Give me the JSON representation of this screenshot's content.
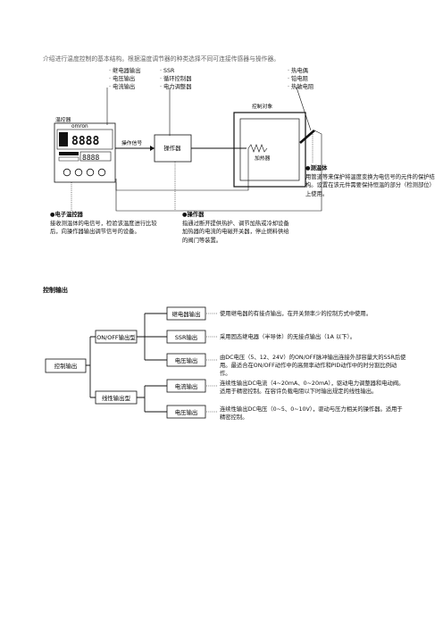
{
  "intro": "介绍进行温度控制的基本结构。根据温度调节器的种类选择不同可连接传感器与操作器。",
  "output_types": [
    "继电器输出",
    "电压输出",
    "电流输出"
  ],
  "actuators": [
    "SSR",
    "循环控制器",
    "电力调整器"
  ],
  "sensors": [
    "热电偶",
    "铂电阻",
    "热敏电阻"
  ],
  "controller": {
    "title": "温控器",
    "brand": "omron",
    "digits_top": "8888",
    "digits_bottom": "8888"
  },
  "actuator_box": "操作器",
  "signal_label": "操作信号",
  "target": {
    "title": "控制对象",
    "heater": "加热器"
  },
  "notes": {
    "sensor_head": "●测温体",
    "sensor": "用管道等来保护将温度变换为电信号的元件的保护结构。设置在该元件需要保持恒温的部分（检测部位）上使用。",
    "controller_head": "●电子温控器",
    "controller": "接收测温体的电信号，检验该温度进行比较后，向操作器输出调节信号的设备。",
    "actuator_head": "●操作器",
    "actuator": "指通过断开提供热护、调节加热或冷却设备加热器的电流的电磁开关器，停止燃料供给的阀门等装置。"
  },
  "section_title": "控制输出",
  "tree": {
    "root": "控制输出",
    "onoff": "ON/OFF输出型",
    "linear": "线性输出型",
    "leaves": [
      {
        "label": "继电器输出",
        "desc": "使用继电器的有接点输出，在开关频率少的控制方式中使用。"
      },
      {
        "label": "SSR输出",
        "desc": "采用固态继电器（半导体）的无接点输出（1A 以下）。"
      },
      {
        "label": "电压输出",
        "desc": "由DC电压（5、12、24V）的ON/OFF脉冲输出连接外部容量大的SSR后使用。最适合在ON/OFF动作中的高频率动作和PID动作中的时分割比例动作。"
      },
      {
        "label": "电流输出",
        "desc": "连续性输出DC电流（4~20mA、0~20mA），驱动电力调整器和电动阀。适用于精密控制。在容许负载电阻以下时输出规定的线性输出。"
      },
      {
        "label": "电压输出",
        "desc": "连续性输出DC电压（0~5、0~10V），驱动与压力相关的操作器。适用于精密控制。"
      }
    ]
  }
}
